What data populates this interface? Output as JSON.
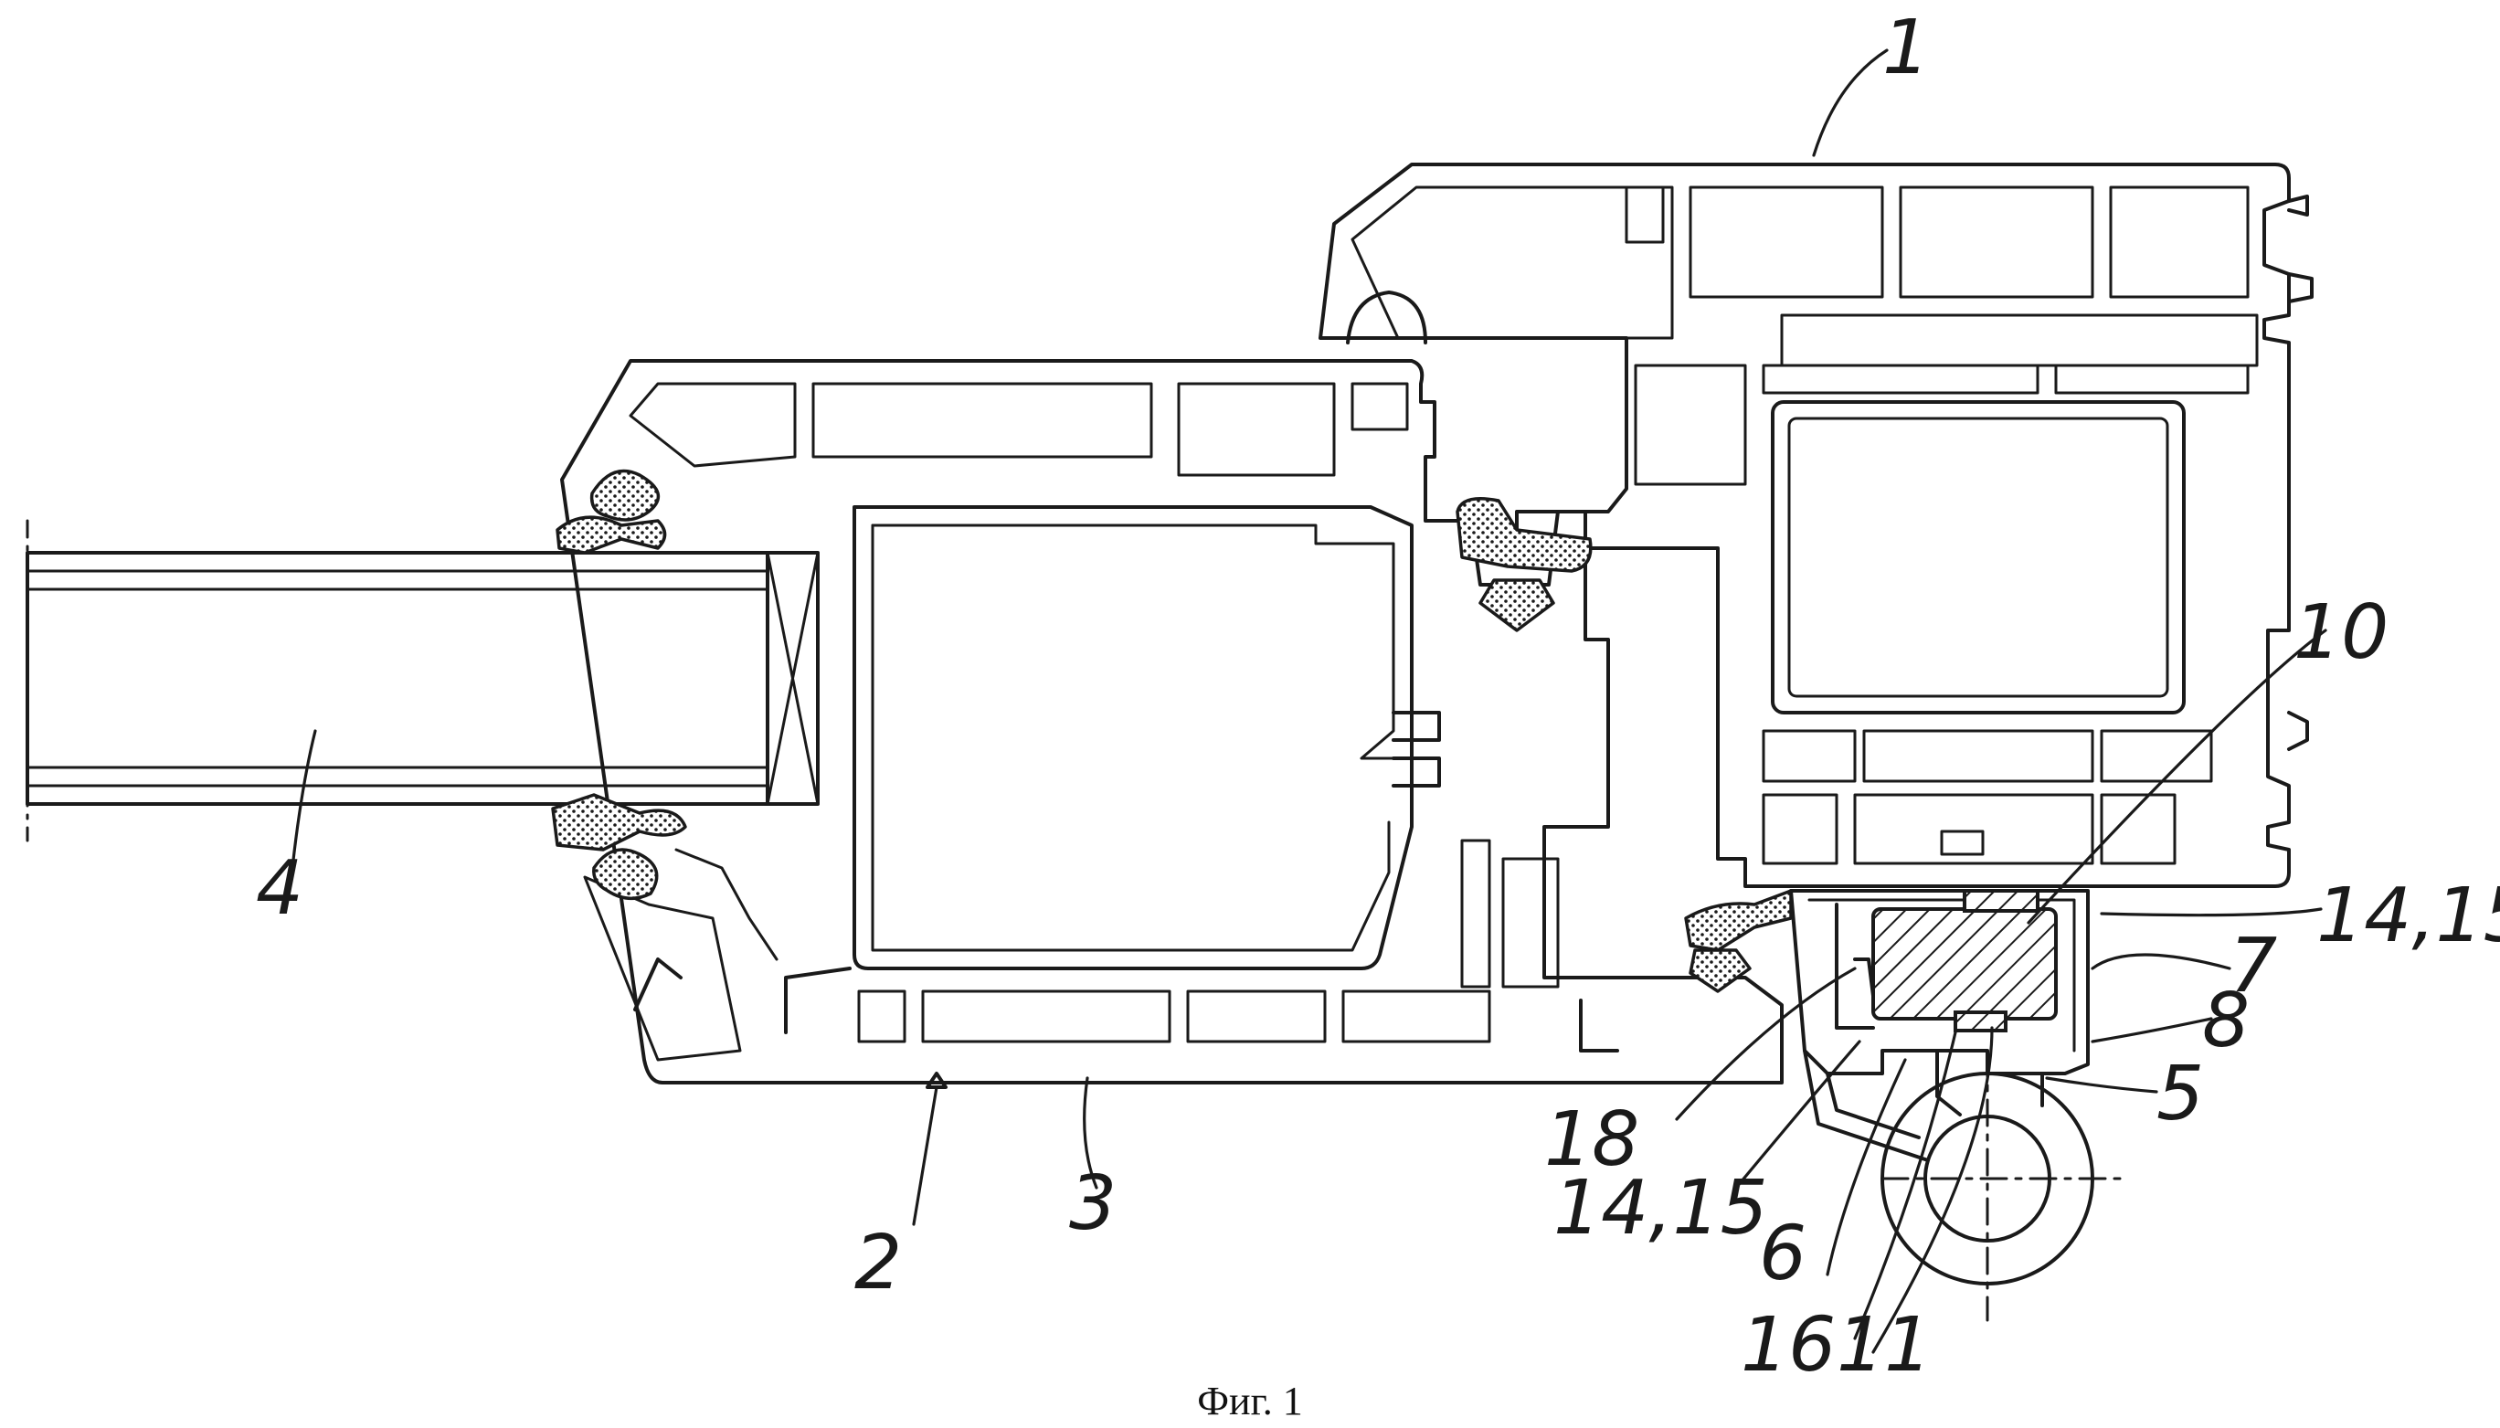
{
  "figure": {
    "caption": "Фиг. 1",
    "labels": {
      "l1": "1",
      "l2": "2",
      "l3": "3",
      "l4": "4",
      "l5": "5",
      "l6": "6",
      "l7": "7",
      "l8": "8",
      "l10": "10",
      "l11": "11",
      "l14a": "14,15",
      "l14b": "14,15",
      "l16": "16",
      "l18": "18"
    }
  }
}
